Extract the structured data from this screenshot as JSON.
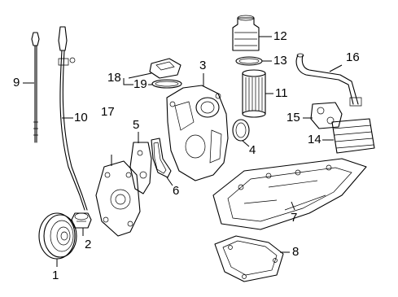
{
  "diagram": {
    "callouts": [
      "1",
      "2",
      "3",
      "4",
      "5",
      "6",
      "7",
      "8",
      "9",
      "10",
      "11",
      "12",
      "13",
      "14",
      "15",
      "16",
      "17",
      "18",
      "19"
    ],
    "parts": {
      "p1": "crankshaft-pulley",
      "p2": "oil-filler-cap",
      "p3": "timing-cover",
      "p4": "seal-ring",
      "p5": "gasket-bracket",
      "p6": "gasket",
      "p7": "upper-oil-pan",
      "p8": "lower-oil-pan",
      "p9": "dipstick",
      "p10": "dipstick-tube",
      "p11": "oil-filter",
      "p12": "filter-housing-cap",
      "p13": "o-ring",
      "p14": "oil-cooler",
      "p15": "cooler-gasket",
      "p16": "coolant-hose",
      "p17": "engine-cover-plate",
      "p18": "breather-housing",
      "p19": "breather-gasket"
    }
  }
}
